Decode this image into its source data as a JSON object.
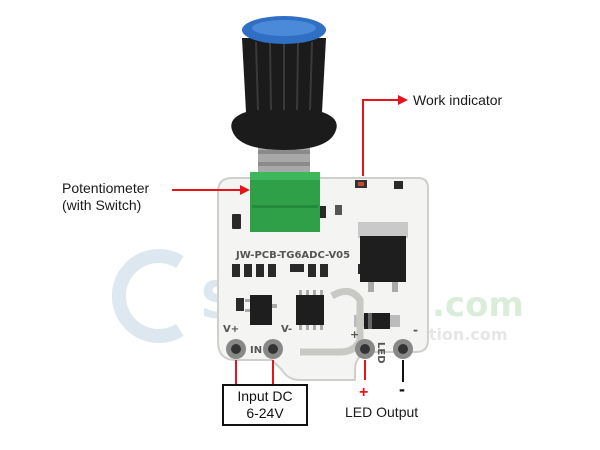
{
  "callouts": {
    "work_indicator": "Work indicator",
    "potentiometer_line1": "Potentiometer",
    "potentiometer_line2": "(with Switch)",
    "input_dc_line1": "Input DC",
    "input_dc_line2": "6-24V",
    "led_output": "LED Output"
  },
  "pcb": {
    "model": "JW-PCB-TG6ADC-V05",
    "pin_vplus": "V+",
    "pin_in": "IN",
    "pin_vminus": "V-",
    "pin_plus": "+",
    "pin_minus": "-",
    "pin_led": "LED"
  },
  "output_polarity": {
    "plus": "+",
    "minus": "-"
  },
  "watermark": {
    "main": "S",
    "com": ".com",
    "sub": "ation.com"
  },
  "colors": {
    "arrow": "#e8141b",
    "board": "#f4f4f2",
    "knob": "#1b1b1b",
    "knob_cap": "#2f6fc4",
    "pot_body": "#2fa048"
  }
}
